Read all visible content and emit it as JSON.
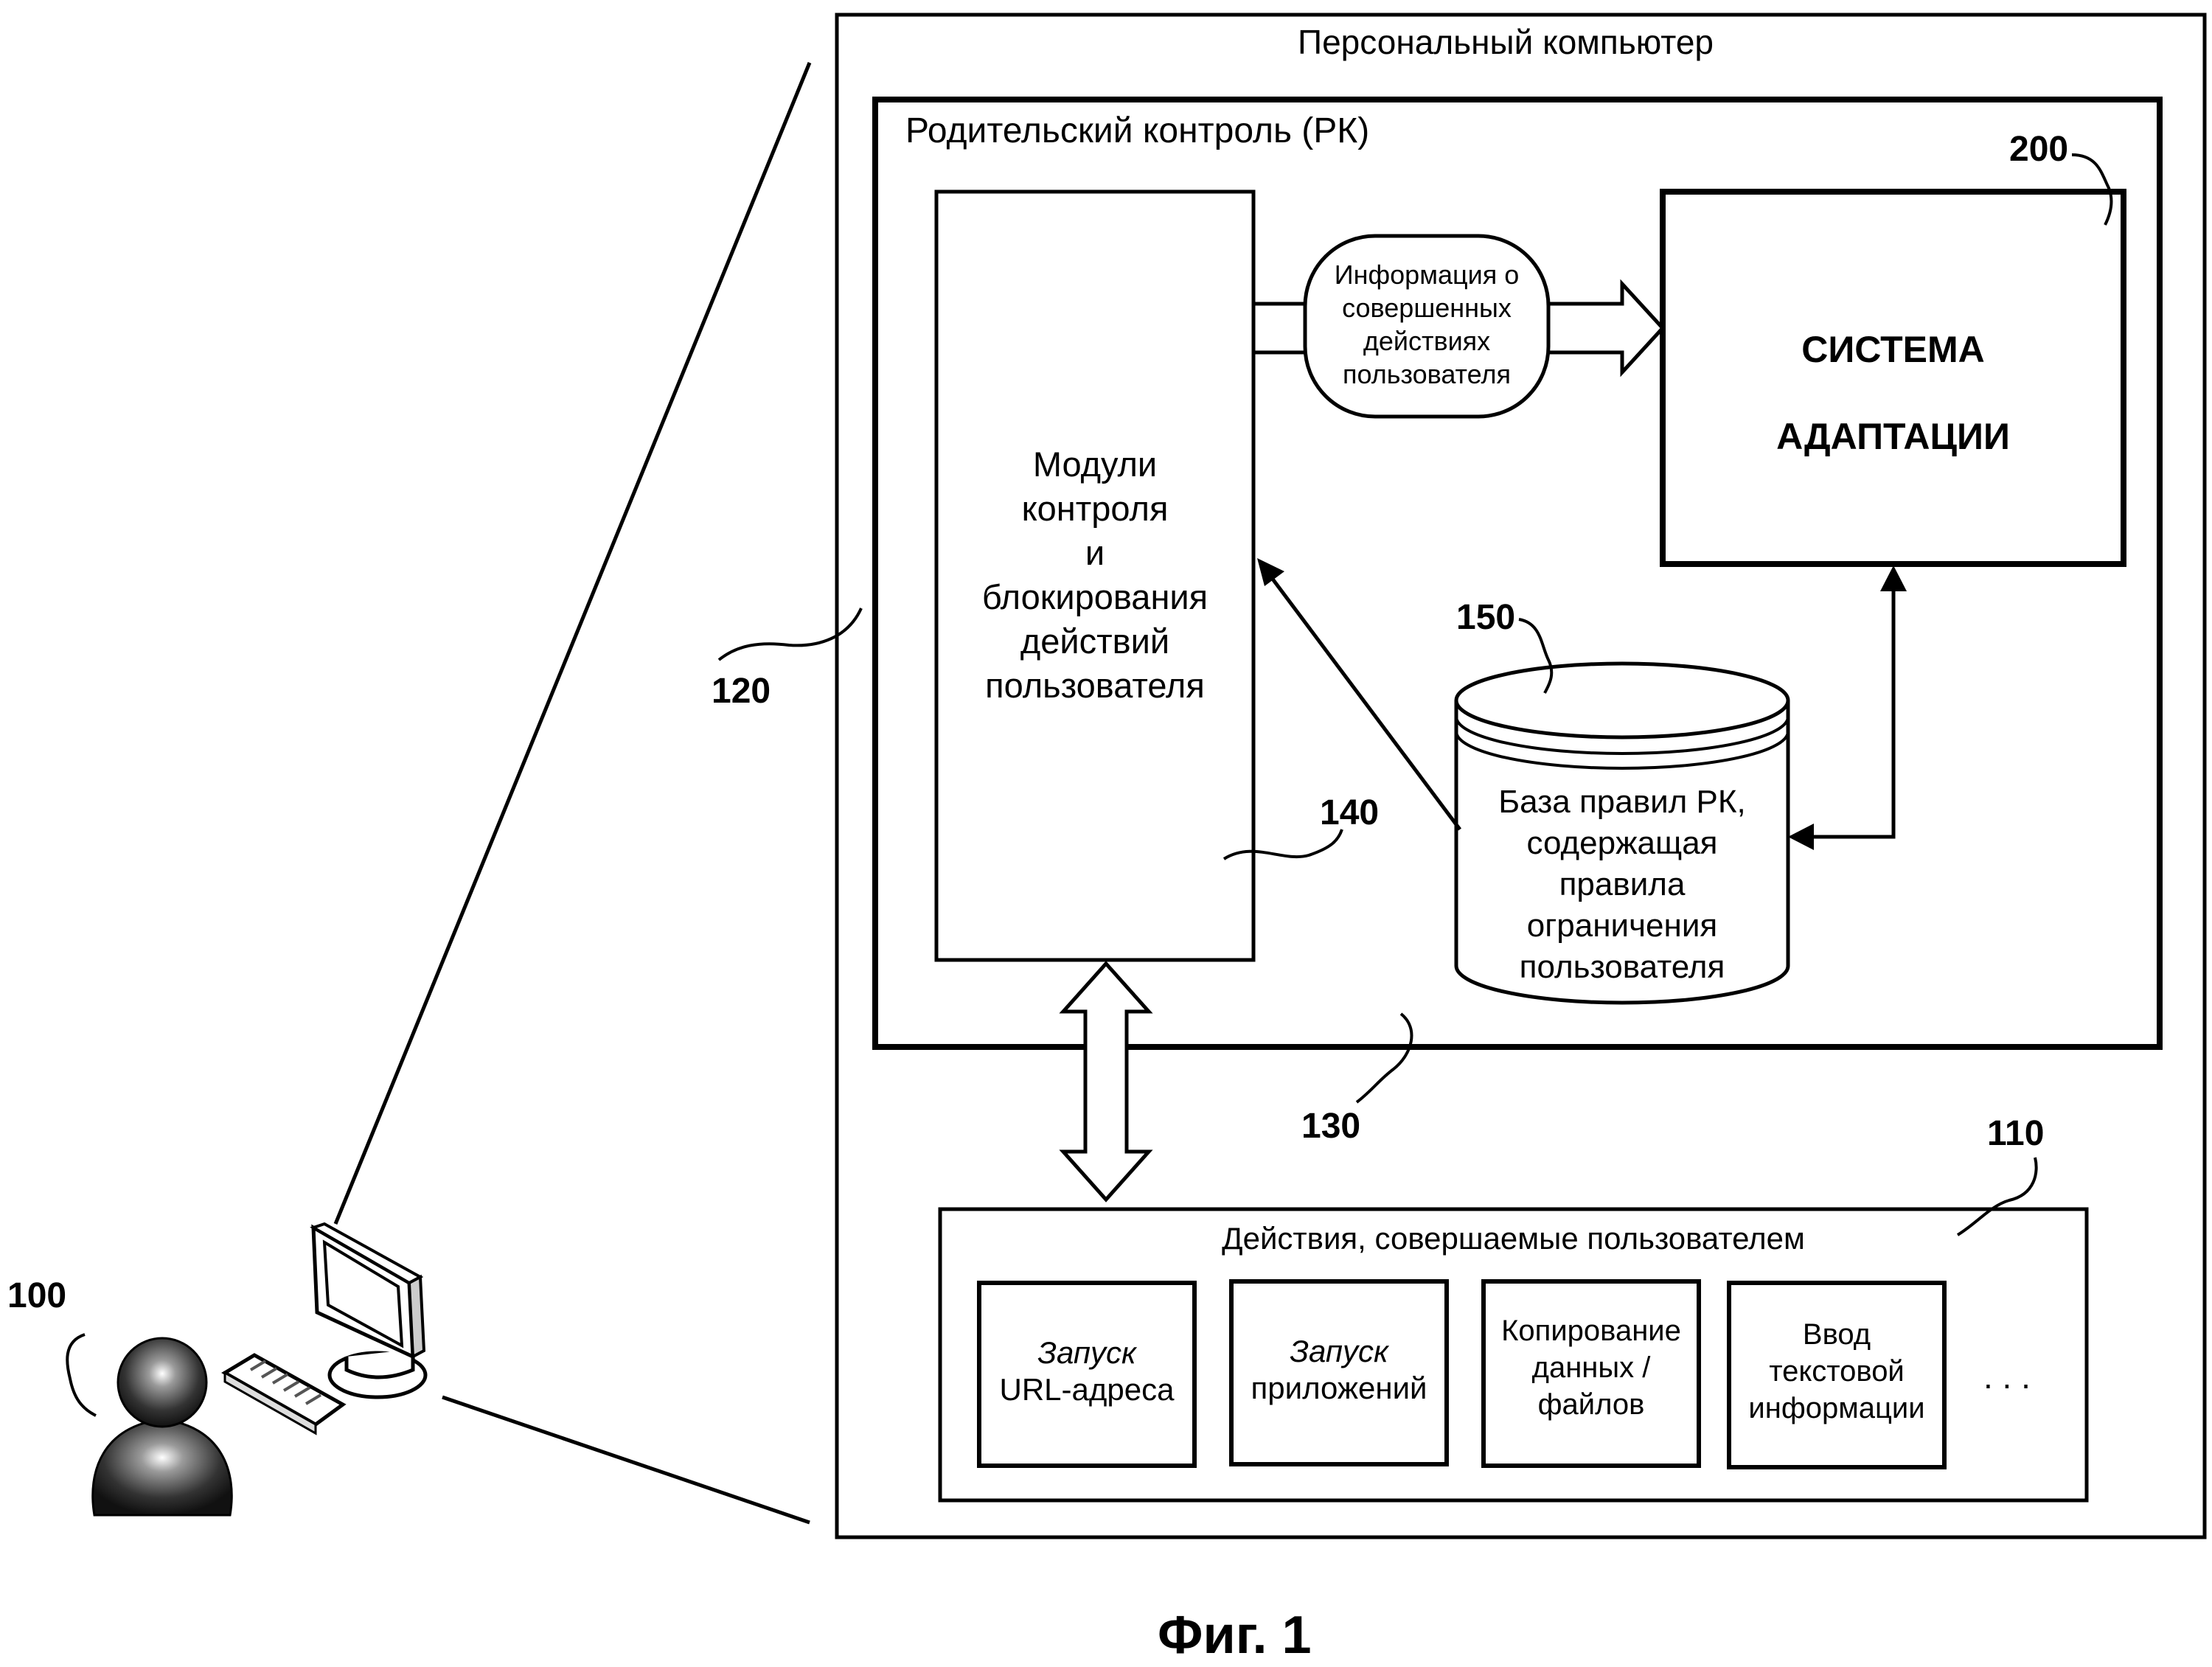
{
  "pc": {
    "title": "Персональный компьютер"
  },
  "parental_control": {
    "title": "Родительский  контроль (РК)"
  },
  "modules": {
    "lines": [
      "Модули",
      "контроля",
      "и",
      "блокирования",
      "действий",
      "пользователя"
    ]
  },
  "info_bubble": {
    "lines": [
      "Информация о",
      "совершенных",
      "действиях",
      "пользователя"
    ]
  },
  "adaptation": {
    "lines": [
      "СИСТЕМА",
      "АДАПТАЦИИ"
    ]
  },
  "rules_db": {
    "lines": [
      "База правил РК,",
      "содержащая",
      "правила",
      "ограничения",
      "пользователя"
    ]
  },
  "actions": {
    "title": "Действия, совершаемые пользователем",
    "items": [
      {
        "line1": "Запуск",
        "line2": "URL-адреса"
      },
      {
        "line1": "Запуск",
        "line2": "приложений"
      },
      {
        "line1": "Копирование",
        "line2": "данных /",
        "line3": "файлов"
      },
      {
        "line1": "Ввод",
        "line2": "текстовой",
        "line3": "информации"
      }
    ],
    "ellipsis": ". . ."
  },
  "refs": {
    "r100": "100",
    "r110": "110",
    "r120": "120",
    "r130": "130",
    "r140": "140",
    "r150": "150",
    "r200": "200"
  },
  "caption": "Фиг. 1"
}
